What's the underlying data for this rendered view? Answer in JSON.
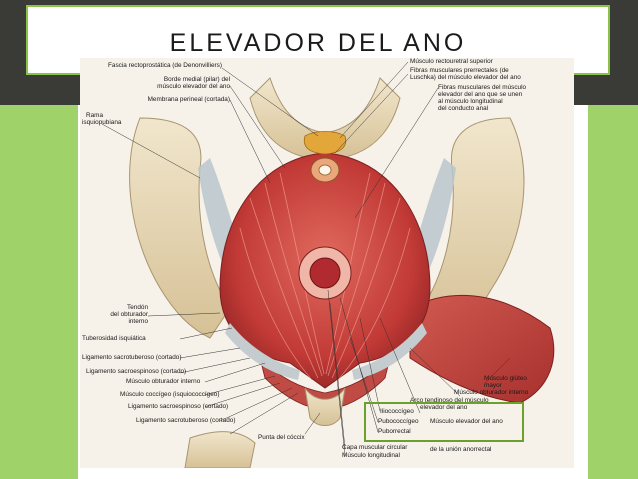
{
  "slide": {
    "title": "ELEVADOR DEL ANO"
  },
  "figure": {
    "labels": {
      "fascia_rectoprostatica": "Fascia rectoprostática (de Denonvilliers)",
      "borde_medial_1": "Borde medial (pilar) del",
      "borde_medial_2": "músculo elevador del ano",
      "membrana_perineal": "Membrana perineal (cortada)",
      "rama_1": "Rama",
      "rama_2": "isquiopubiana",
      "tendon_1": "Tendón",
      "tendon_2": "del obturador",
      "tendon_3": "interno",
      "tuberosidad": "Tuberosidad isquiática",
      "lig_sacrotuberoso_1": "Ligamento sacrotuberoso (cortado)",
      "lig_sacroespinoso_1": "Ligamento sacroespinoso (cortado)",
      "obturador_interno_1": "Músculo obturador interno",
      "coccigeo": "Músculo coccígeo (isquiococcígeo)",
      "lig_sacroespinoso_2": "Ligamento sacroespinoso (cortado)",
      "lig_sacrotuberoso_2": "Ligamento sacrotuberoso (cortado)",
      "punta_coccix": "Punta del cóccix",
      "rectouretral_superior": "Músculo rectouretral superior",
      "fibras_prerrectales_1": "Fibras musculares prerrectales (de",
      "fibras_prerrectales_2": "Luschka) del músculo elevador del ano",
      "fibras_musculares_1": "Fibras musculares del músculo",
      "fibras_musculares_2": "elevador del ano que se unen",
      "fibras_musculares_3": "al músculo longitudinal",
      "fibras_musculares_4": "del conducto anal",
      "gluteo_1": "Músculo glúteo",
      "gluteo_2": "mayor",
      "obturador_interno_2": "Músculo obturador interno",
      "arco_tendinoso_1": "Arco tendinoso del músculo",
      "arco_tendinoso_2": "elevador del ano",
      "iliococcigeo": "Iliococcígeo",
      "pubococcigeo": "Pubococcígeo",
      "puborrectal": "Puborrectal",
      "elevador_ano": "Músculo elevador del ano",
      "capa_circular": "Capa muscular circular",
      "longitudinal": "Músculo longitudinal",
      "union_anorrectal": "de la unión anorrectal"
    }
  },
  "colors": {
    "dark_band": "#3a3a36",
    "accent_green": "#9fd36a",
    "box_green": "#6aa12c",
    "muscle": "#c8403e",
    "bone": "#e8d9b8"
  }
}
